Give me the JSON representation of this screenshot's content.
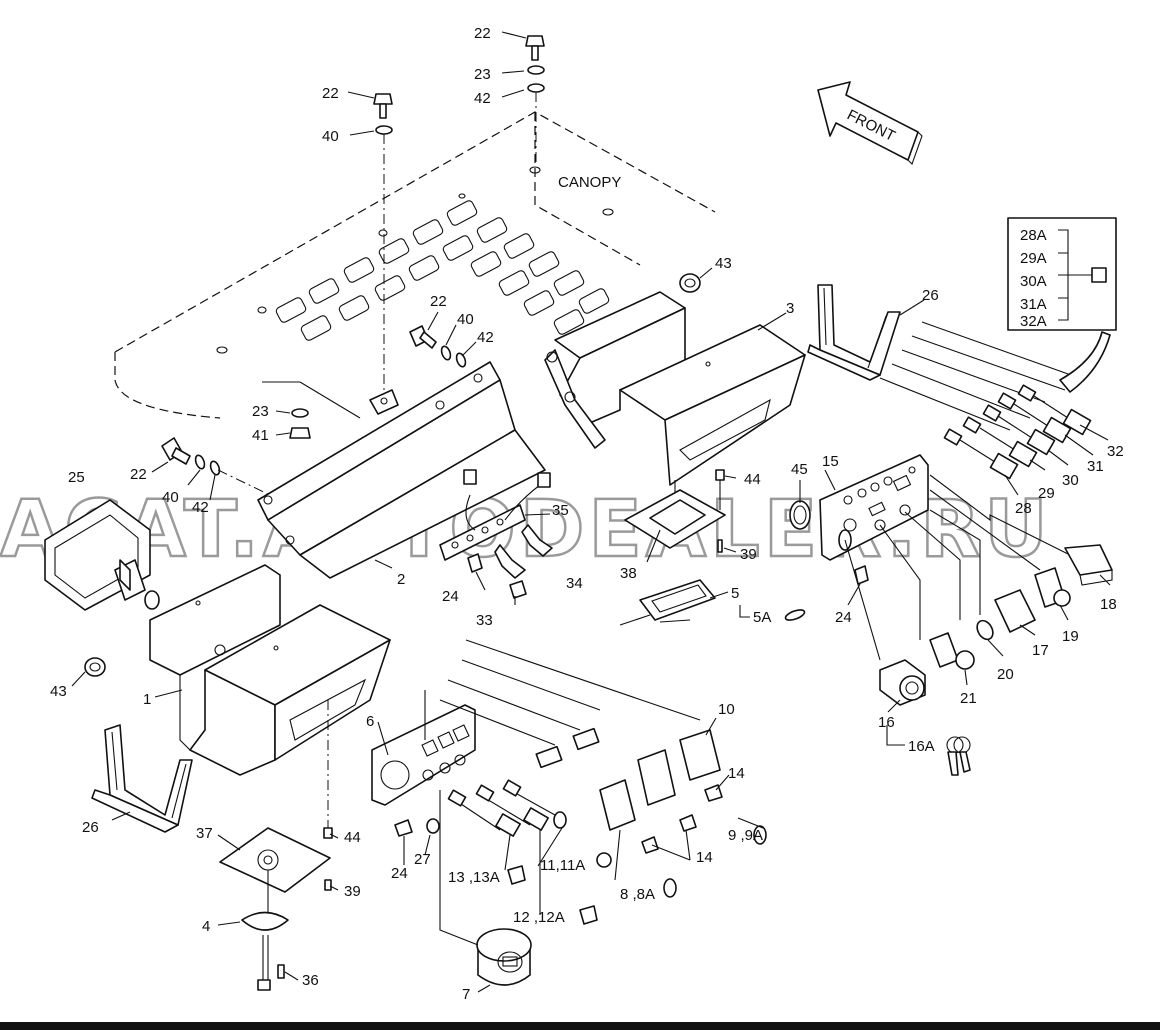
{
  "labels": {
    "canopy": "CANOPY",
    "front": "FRONT",
    "watermark": "ACAT.AUTODEALER.RU",
    "callouts": [
      {
        "id": "c22a",
        "text": "22"
      },
      {
        "id": "c23a",
        "text": "23"
      },
      {
        "id": "c42a",
        "text": "42"
      },
      {
        "id": "c22b",
        "text": "22"
      },
      {
        "id": "c40a",
        "text": "40"
      },
      {
        "id": "c43a",
        "text": "43"
      },
      {
        "id": "c3",
        "text": "3"
      },
      {
        "id": "c26a",
        "text": "26"
      },
      {
        "id": "c22c",
        "text": "22"
      },
      {
        "id": "c40b",
        "text": "40"
      },
      {
        "id": "c42b",
        "text": "42"
      },
      {
        "id": "c23b",
        "text": "23"
      },
      {
        "id": "c41",
        "text": "41"
      },
      {
        "id": "c22d",
        "text": "22"
      },
      {
        "id": "c40c",
        "text": "40"
      },
      {
        "id": "c42c",
        "text": "42"
      },
      {
        "id": "c25",
        "text": "25"
      },
      {
        "id": "c2",
        "text": "2"
      },
      {
        "id": "c35",
        "text": "35"
      },
      {
        "id": "c34",
        "text": "34"
      },
      {
        "id": "c24a",
        "text": "24"
      },
      {
        "id": "c33",
        "text": "33"
      },
      {
        "id": "c44a",
        "text": "44"
      },
      {
        "id": "c39a",
        "text": "39"
      },
      {
        "id": "c38",
        "text": "38"
      },
      {
        "id": "c5",
        "text": "5"
      },
      {
        "id": "c5a",
        "text": "5A"
      },
      {
        "id": "c45",
        "text": "45"
      },
      {
        "id": "c15",
        "text": "15"
      },
      {
        "id": "c24b",
        "text": "24"
      },
      {
        "id": "c28",
        "text": "28"
      },
      {
        "id": "c29",
        "text": "29"
      },
      {
        "id": "c30",
        "text": "30"
      },
      {
        "id": "c31",
        "text": "31"
      },
      {
        "id": "c32",
        "text": "32"
      },
      {
        "id": "c18",
        "text": "18"
      },
      {
        "id": "c19",
        "text": "19"
      },
      {
        "id": "c17",
        "text": "17"
      },
      {
        "id": "c20",
        "text": "20"
      },
      {
        "id": "c21",
        "text": "21"
      },
      {
        "id": "c16",
        "text": "16"
      },
      {
        "id": "c16a",
        "text": "16A"
      },
      {
        "id": "c43b",
        "text": "43"
      },
      {
        "id": "c1",
        "text": "1"
      },
      {
        "id": "c26b",
        "text": "26"
      },
      {
        "id": "c6",
        "text": "6"
      },
      {
        "id": "c10",
        "text": "10"
      },
      {
        "id": "c14a",
        "text": "14"
      },
      {
        "id": "c9",
        "text": "9 ,9A"
      },
      {
        "id": "c14b",
        "text": "14"
      },
      {
        "id": "c37",
        "text": "37"
      },
      {
        "id": "c44b",
        "text": "44"
      },
      {
        "id": "c39b",
        "text": "39"
      },
      {
        "id": "c24c",
        "text": "24"
      },
      {
        "id": "c27",
        "text": "27"
      },
      {
        "id": "c11",
        "text": "11,11A"
      },
      {
        "id": "c13",
        "text": "13 ,13A"
      },
      {
        "id": "c8",
        "text": "8 ,8A"
      },
      {
        "id": "c12",
        "text": "12 ,12A"
      },
      {
        "id": "c4",
        "text": "4"
      },
      {
        "id": "c36",
        "text": "36"
      },
      {
        "id": "c7",
        "text": "7"
      }
    ],
    "inset": [
      "28A",
      "29A",
      "30A",
      "31A",
      "32A"
    ]
  }
}
